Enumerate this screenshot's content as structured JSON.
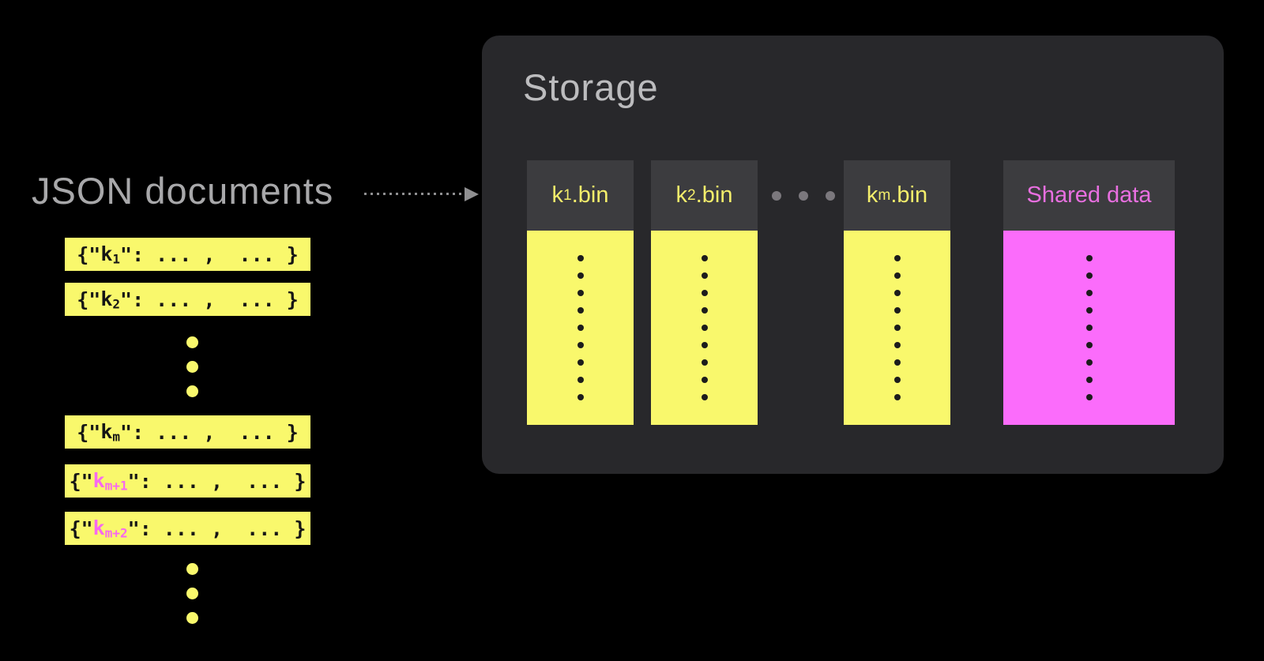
{
  "left": {
    "title": "JSON documents",
    "rows": [
      {
        "open": "{\"",
        "key_base": "k",
        "key_sub": "1",
        "rest": "\": ... ,  ... }",
        "key_style": "normal"
      },
      {
        "open": "{\"",
        "key_base": "k",
        "key_sub": "2",
        "rest": "\": ... ,  ... }",
        "key_style": "normal"
      },
      {
        "open": "{\"",
        "key_base": "k",
        "key_sub": "m",
        "rest": "\": ... ,  ... }",
        "key_style": "normal"
      },
      {
        "open": "{\"",
        "key_base": "k",
        "key_sub": "m+1",
        "rest": "\": ... ,  ... }",
        "key_style": "highlight-pink"
      },
      {
        "open": "{\"",
        "key_base": "k",
        "key_sub": "m+2",
        "rest": "\": ... ,  ... }",
        "key_style": "highlight-pink"
      }
    ]
  },
  "arrow": {
    "direction": "right",
    "style": "dotted"
  },
  "storage": {
    "title": "Storage",
    "columns": [
      {
        "kind": "bin",
        "label_base": "k",
        "label_sub": "1",
        "label_ext": ".bin"
      },
      {
        "kind": "bin",
        "label_base": "k",
        "label_sub": "2",
        "label_ext": ".bin"
      },
      {
        "kind": "bin",
        "label_base": "k",
        "label_sub": "m",
        "label_ext": ".bin"
      },
      {
        "kind": "shared",
        "label": "Shared data"
      }
    ],
    "ellipsis_between_columns": "..."
  },
  "colors": {
    "background": "#000000",
    "panel_bg": "#28282b",
    "column_header_bg": "#3c3c3f",
    "yellow_fill": "#f9f86c",
    "magenta_fill": "#fb6cfb",
    "header_yellow_text": "#f4ee6b",
    "shared_header_text": "#e86fe0",
    "pink_key_text": "#f768ef",
    "label_gray": "#a8a8aa",
    "storage_title_gray": "#bcbcbe",
    "arrow_gray": "#8f8f91"
  }
}
